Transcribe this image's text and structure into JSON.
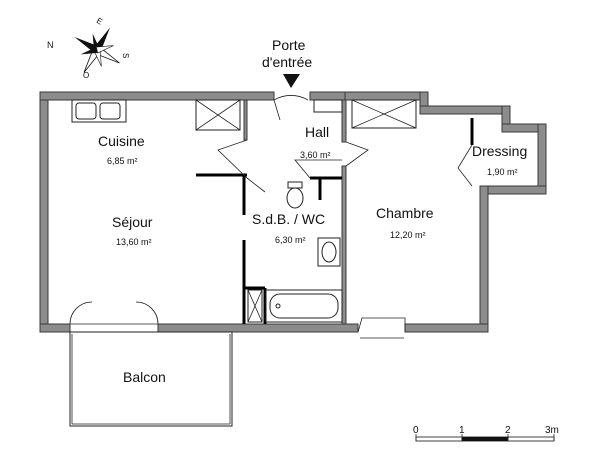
{
  "entrance": {
    "line1": "Porte",
    "line2": "d'entrée"
  },
  "rooms": [
    {
      "key": "cuisine",
      "name": "Cuisine",
      "area": "6,85 m²"
    },
    {
      "key": "sejour",
      "name": "Séjour",
      "area": "13,60 m²"
    },
    {
      "key": "hall",
      "name": "Hall",
      "area": "3,60 m²"
    },
    {
      "key": "sdb",
      "name": "S.d.B. / WC",
      "area": "6,30 m²"
    },
    {
      "key": "chambre",
      "name": "Chambre",
      "area": "12,20 m²"
    },
    {
      "key": "dressing",
      "name": "Dressing",
      "area": "1,90 m²"
    },
    {
      "key": "balcon",
      "name": "Balcon",
      "area": ""
    }
  ],
  "scale": {
    "ticks": [
      "0",
      "1",
      "2",
      "3m"
    ]
  },
  "compass": {
    "north": "N",
    "east": "E",
    "south": "S",
    "west": "O"
  }
}
